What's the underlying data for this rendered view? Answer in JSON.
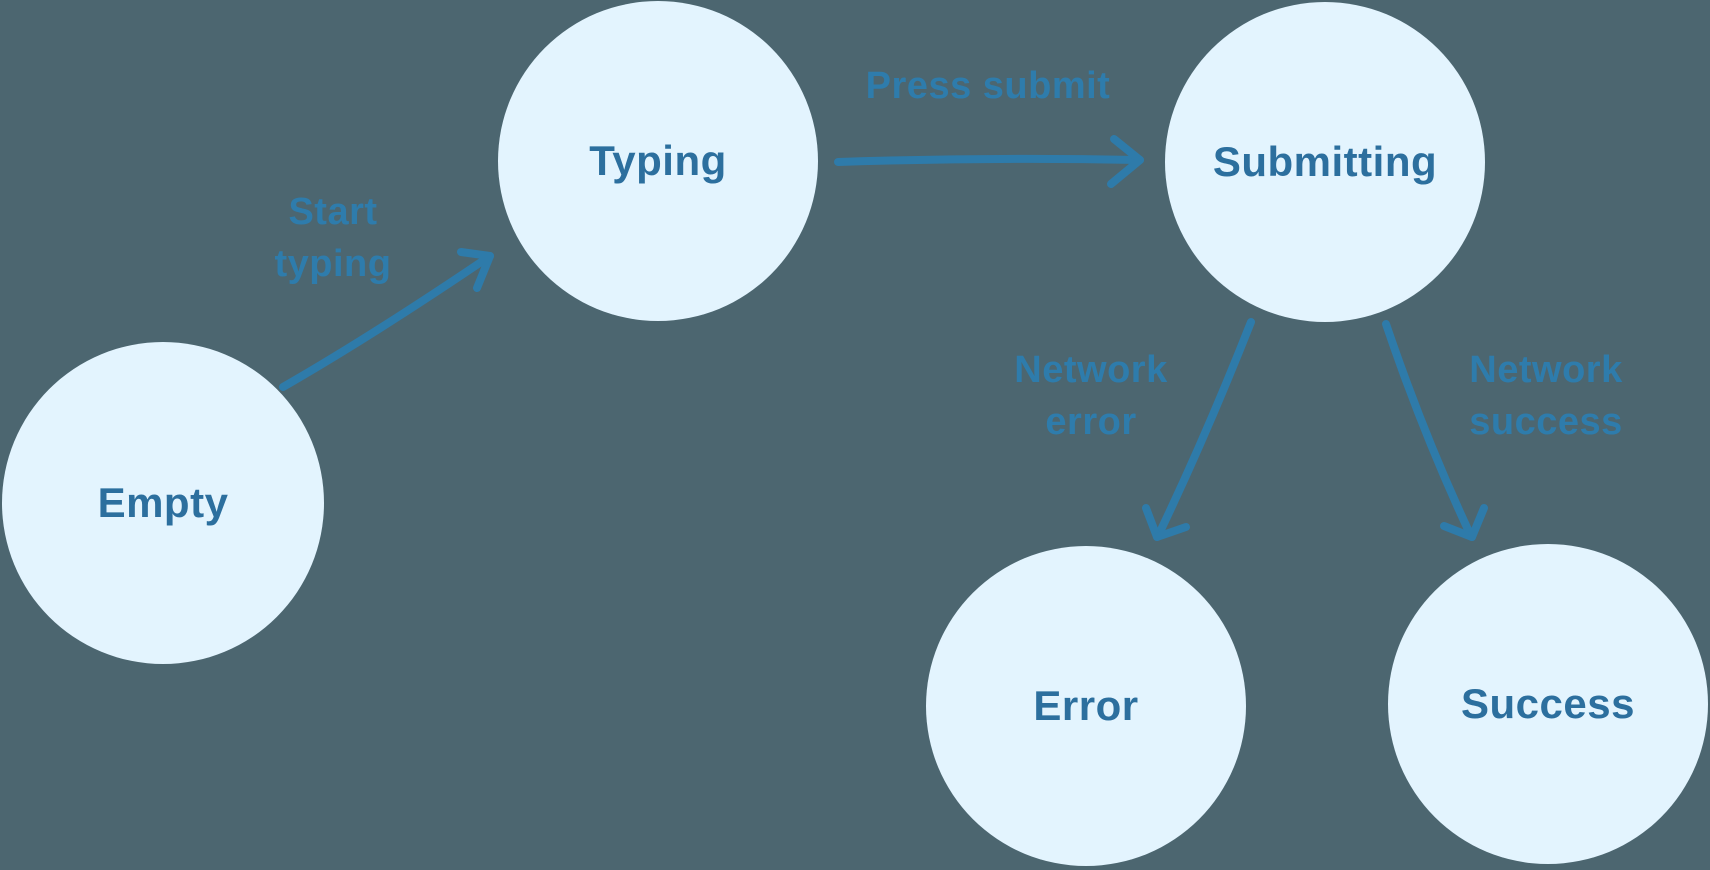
{
  "diagram": {
    "type": "state-machine",
    "states": [
      {
        "id": "empty",
        "label": "Empty"
      },
      {
        "id": "typing",
        "label": "Typing"
      },
      {
        "id": "submitting",
        "label": "Submitting"
      },
      {
        "id": "error",
        "label": "Error"
      },
      {
        "id": "success",
        "label": "Success"
      }
    ],
    "transitions": [
      {
        "from": "empty",
        "to": "typing",
        "label": "Start typing"
      },
      {
        "from": "typing",
        "to": "submitting",
        "label": "Press submit"
      },
      {
        "from": "submitting",
        "to": "error",
        "label": "Network error"
      },
      {
        "from": "submitting",
        "to": "success",
        "label": "Network success"
      }
    ],
    "colors": {
      "background": "#4C6670",
      "node_fill": "#E3F4FE",
      "node_text": "#2C6F9E",
      "arrow": "#2E7BAA",
      "label_text": "#2E7CAC"
    }
  }
}
